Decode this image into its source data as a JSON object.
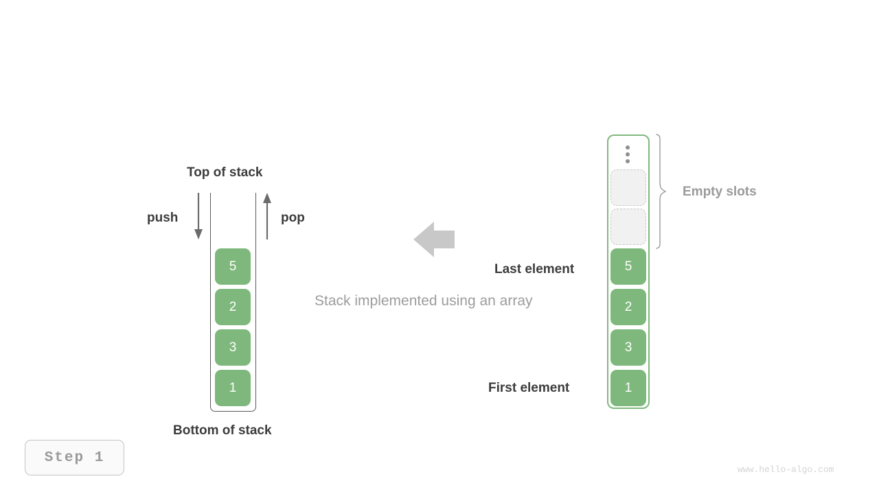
{
  "diagram": {
    "caption": "Stack implemented using an array",
    "left_stack": {
      "top_label": "Top of stack",
      "bottom_label": "Bottom of stack",
      "push_label": "push",
      "pop_label": "pop",
      "push_icon": "arrow-down-icon",
      "pop_icon": "arrow-up-icon",
      "cells": [
        {
          "value": "5"
        },
        {
          "value": "2"
        },
        {
          "value": "3"
        },
        {
          "value": "1"
        }
      ]
    },
    "transform_arrow": {
      "icon": "arrow-left-icon",
      "color": "#c8c8c8"
    },
    "right_array": {
      "empty_label": "Empty slots",
      "last_label": "Last element",
      "first_label": "First element",
      "ellipsis_icon": "vertical-dots-icon",
      "empty_slot_count": 2,
      "cells": [
        {
          "value": "5"
        },
        {
          "value": "2"
        },
        {
          "value": "3"
        },
        {
          "value": "1"
        }
      ]
    }
  },
  "footer": {
    "step_label": "Step 1",
    "watermark": "www.hello-algo.com"
  },
  "colors": {
    "cell_green": "#7fb87c",
    "frame_green": "#7fb87c",
    "text_dark": "#3c3c3c",
    "text_gray": "#9a9a9a",
    "empty_fill": "#f1f1f1",
    "arrow_gray": "#c8c8c8"
  }
}
